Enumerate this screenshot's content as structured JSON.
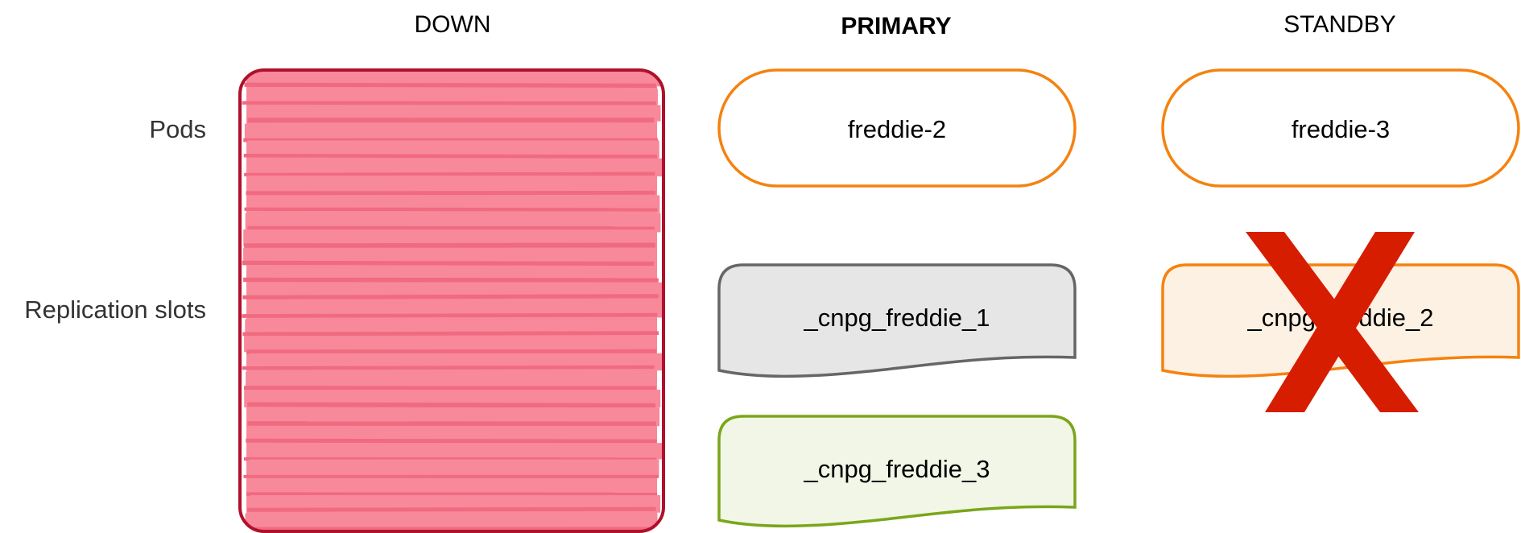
{
  "columns": {
    "down": "DOWN",
    "primary": "PRIMARY",
    "standby": "STANDBY"
  },
  "rows": {
    "pods": "Pods",
    "replication_slots": "Replication slots"
  },
  "pods": {
    "primary": "freddie-2",
    "standby": "freddie-3"
  },
  "slots": {
    "primary_slot_1": "_cnpg_freddie_1",
    "primary_slot_3": "_cnpg_freddie_3",
    "standby_slot_2": "_cnpg_freddie_2"
  },
  "colors": {
    "down_border": "#b0102b",
    "down_fill": "#f7899a",
    "down_stroke": "#f06a80",
    "pod_border": "#f5820f",
    "slot_gray_border": "#666666",
    "slot_gray_fill": "#e6e6e6",
    "slot_green_border": "#7aa61a",
    "slot_green_fill": "#f1f6e6",
    "slot_orange_border": "#f5820f",
    "slot_orange_fill": "#fdf1e3",
    "cross": "#d71d00"
  }
}
